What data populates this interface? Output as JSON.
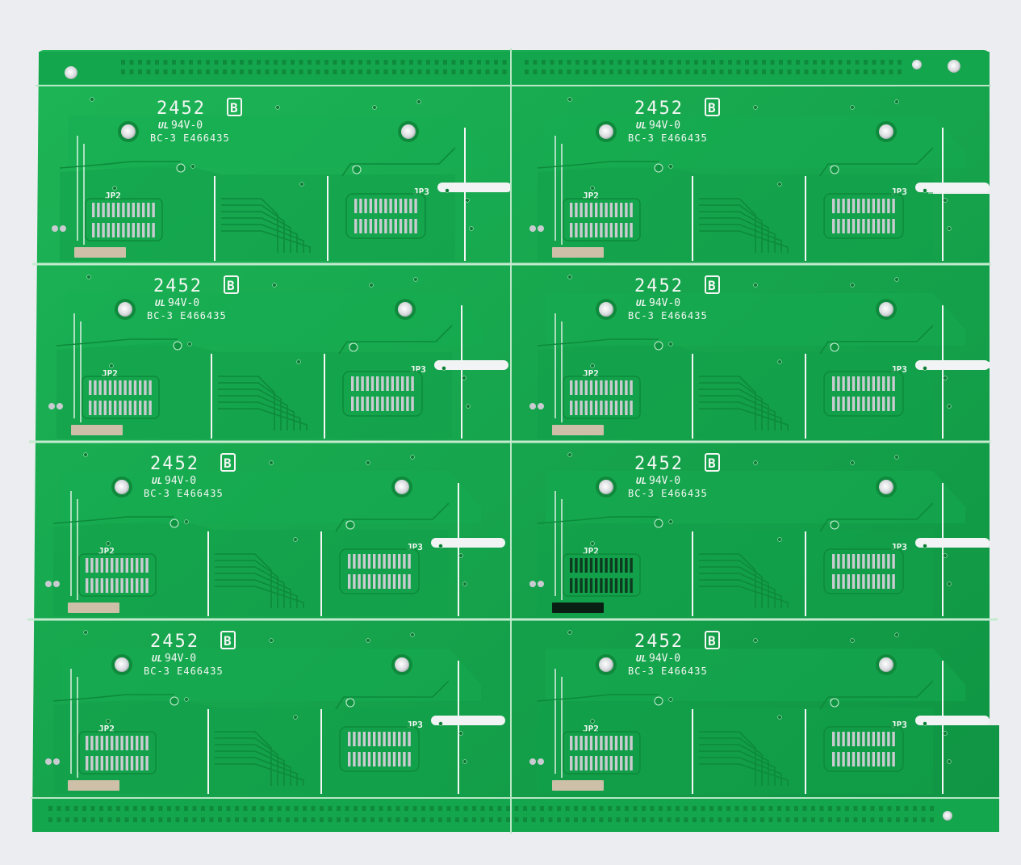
{
  "photo": {
    "subject": "pcb-panel",
    "boards_per_column": 4,
    "columns": 2,
    "colors": {
      "background": "#ecedf0",
      "soldermask": "#16a34a",
      "soldermask_dark": "#0f8a3c",
      "rail": "#129a44",
      "silkscreen": "#f4f7f4",
      "pad": "#c8ccd0",
      "pad_dark": "#0c3b1f"
    }
  },
  "board": {
    "date_code": "2452",
    "ul_rating": "94V-0",
    "ul_logo": "UL",
    "cert_mark": "B",
    "part_code": "BC-3",
    "ul_file": "E466435",
    "jp2_label": "JP2",
    "jp3_label": "JP3"
  }
}
